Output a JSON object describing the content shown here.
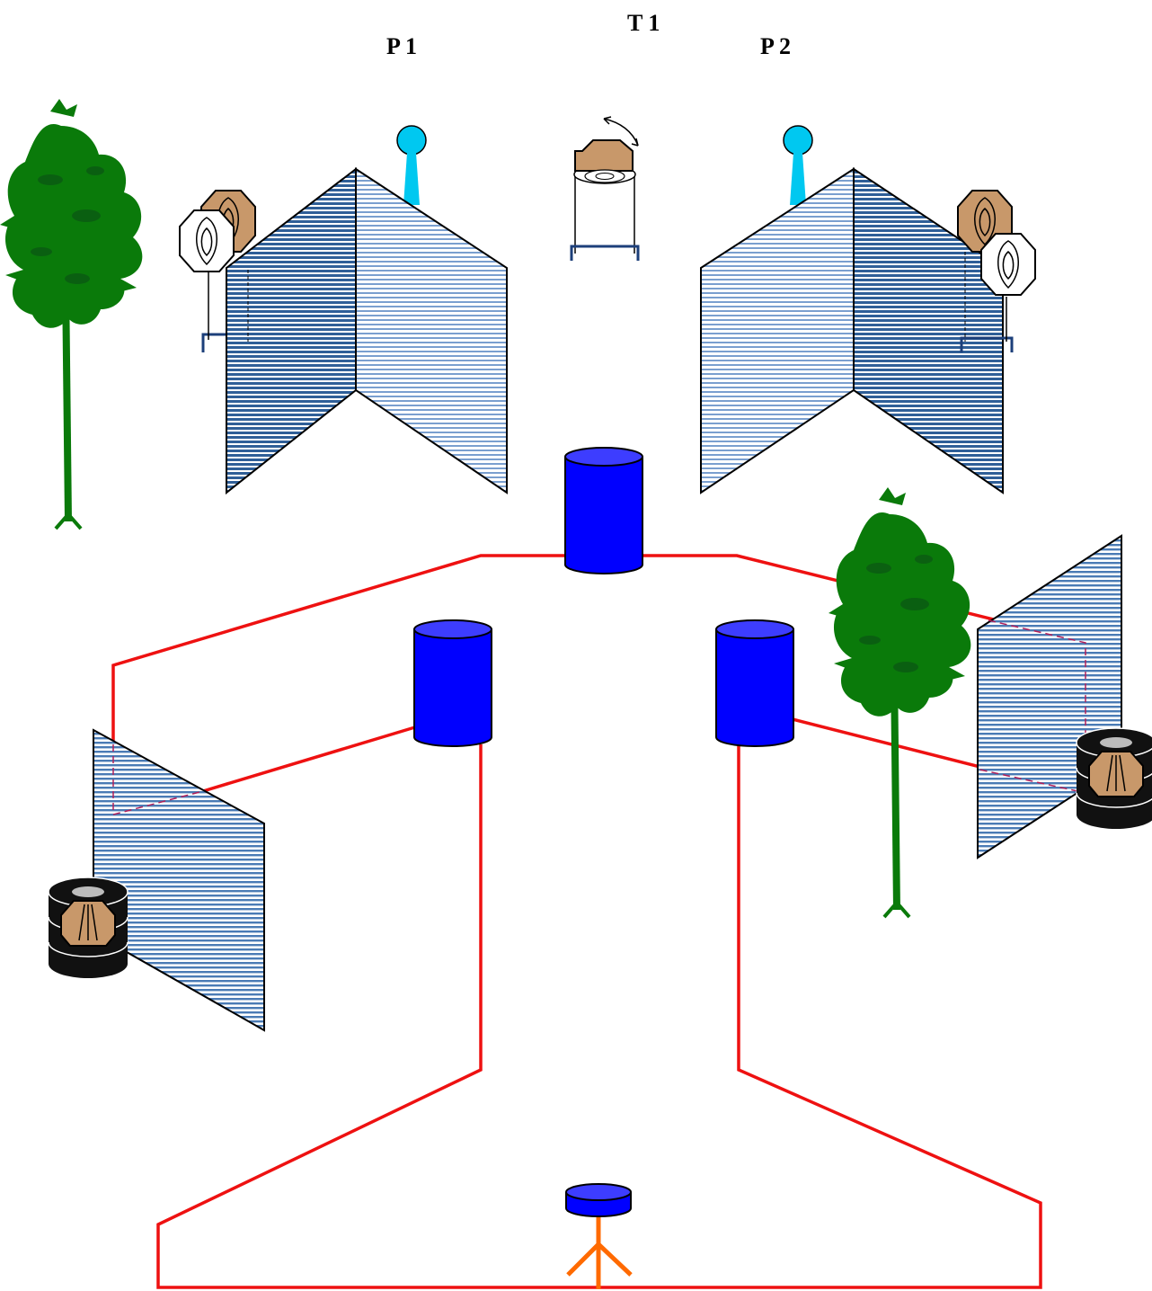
{
  "labels": {
    "p1": "P 1",
    "t1": "T 1",
    "p2": "P 2"
  },
  "colors": {
    "fault_line": "#ee1111",
    "barrel": "#0000ff",
    "wall_stripe": "#2f5f98",
    "wall_light": "#cfdcef",
    "tree": "#0a7a0a",
    "steel_popper": "#00c8f0",
    "cardboard_target": "#c8986a",
    "start_stand": "#ff6a00",
    "tire": "#111111"
  },
  "icons": [
    "tree-icon",
    "barrel-icon",
    "wall-panel-icon",
    "popper-icon",
    "cardboard-target-icon",
    "no-shoot-target-icon",
    "tire-stack-icon",
    "swinger-target-icon",
    "start-stand-icon"
  ]
}
